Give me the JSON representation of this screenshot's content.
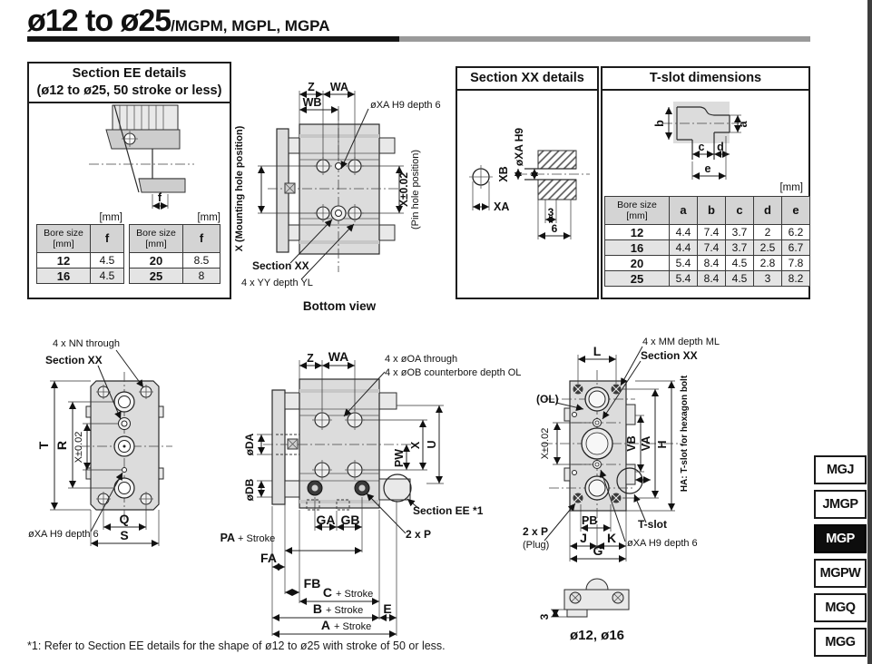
{
  "page": {
    "title_main": "ø12 to ø25",
    "title_sub": "/MGPM, MGPL, MGPA",
    "footnote": "*1: Refer to Section EE details for the shape of ø12 to ø25 with stroke of 50 or less."
  },
  "tabs": [
    {
      "label": "MGJ",
      "active": false
    },
    {
      "label": "JMGP",
      "active": false
    },
    {
      "label": "MGP",
      "active": true
    },
    {
      "label": "MGPW",
      "active": false
    },
    {
      "label": "MGQ",
      "active": false
    },
    {
      "label": "MGG",
      "active": false
    }
  ],
  "section_ee": {
    "title": "Section EE details",
    "subtitle": "(ø12 to ø25, 50 stroke or less)",
    "unit": "[mm]",
    "dim_f": "f",
    "header_bore1": "Bore size",
    "header_bore2": "[mm]",
    "header_f": "f",
    "left_rows": [
      {
        "bore": "12",
        "f": "4.5"
      },
      {
        "bore": "16",
        "f": "4.5"
      }
    ],
    "right_rows": [
      {
        "bore": "20",
        "f": "8.5"
      },
      {
        "bore": "25",
        "f": "8"
      }
    ]
  },
  "bottom_view": {
    "dim_z": "Z",
    "dim_wa": "WA",
    "dim_wb": "WB",
    "label_xa": "øXA H9 depth 6",
    "label_mounting": "X (Mounting hole position)",
    "label_pin_x": "X±0.02",
    "label_pin": "(Pin hole position)",
    "label_section_xx": "Section XX",
    "label_yy": "4 x YY depth YL",
    "caption": "Bottom view"
  },
  "section_xx": {
    "title": "Section XX details",
    "dim_xa": "XA",
    "dim_xb": "XB",
    "label_oxa": "øXA H9",
    "dim_3": "3",
    "dim_6": "6"
  },
  "t_slot": {
    "title": "T-slot dimensions",
    "unit": "[mm]",
    "dim_a": "a",
    "dim_b": "b",
    "dim_c": "c",
    "dim_d": "d",
    "dim_e": "e",
    "header_bore1": "Bore size",
    "header_bore2": "[mm]",
    "columns": [
      "a",
      "b",
      "c",
      "d",
      "e"
    ],
    "rows": [
      {
        "bore": "12",
        "a": "4.4",
        "b": "7.4",
        "c": "3.7",
        "d": "2",
        "e": "6.2"
      },
      {
        "bore": "16",
        "a": "4.4",
        "b": "7.4",
        "c": "3.7",
        "d": "2.5",
        "e": "6.7"
      },
      {
        "bore": "20",
        "a": "5.4",
        "b": "8.4",
        "c": "4.5",
        "d": "2.8",
        "e": "7.8"
      },
      {
        "bore": "25",
        "a": "5.4",
        "b": "8.4",
        "c": "4.5",
        "d": "3",
        "e": "8.2"
      }
    ]
  },
  "left_view": {
    "label_nn": "4 x NN through",
    "label_section_xx": "Section XX",
    "dim_t": "T",
    "dim_r": "R",
    "dim_x": "X±0.02",
    "label_xa": "øXA H9 depth 6",
    "dim_q": "Q",
    "dim_s": "S"
  },
  "side_view": {
    "dim_z": "Z",
    "dim_wa": "WA",
    "label_oa": "4 x øOA through",
    "label_ob": "4 x øOB counterbore depth OL",
    "dim_da": "øDA",
    "dim_db": "øDB",
    "dim_pw": "PW",
    "dim_x": "X",
    "dim_u": "U",
    "dim_ga": "GA",
    "dim_gb": "GB",
    "label_section_ee": "Section EE *1",
    "label_2xp": "2 x P",
    "dim_pa": "PA",
    "dim_fa": "FA",
    "dim_fb": "FB",
    "dim_c": "C",
    "dim_b": "B",
    "dim_e": "E",
    "dim_a": "A",
    "stroke_suffix": "+ Stroke"
  },
  "end_view": {
    "dim_l": "L",
    "label_mm": "4 x MM depth ML",
    "label_section_xx": "Section XX",
    "label_ol": "(OL)",
    "dim_x": "X±0.02",
    "dim_vb": "VB",
    "dim_va": "VA",
    "dim_h": "H",
    "label_ha": "HA: T-slot for hexagon bolt",
    "label_tslot": "T-slot",
    "dim_pb": "PB",
    "label_2xp": "2 x P",
    "label_plug": "(Plug)",
    "dim_j": "J",
    "dim_k": "K",
    "label_xa": "øXA H9 depth 6",
    "dim_g": "G",
    "sub_dim_3": "3",
    "sub_caption": "ø12, ø16"
  }
}
